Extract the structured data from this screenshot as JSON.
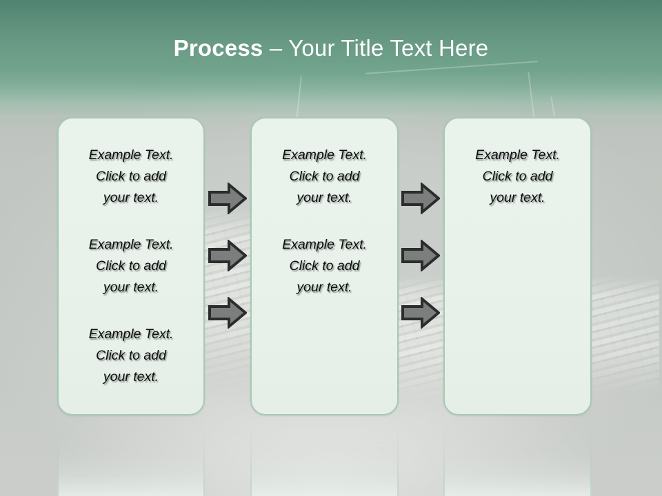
{
  "slide": {
    "title": {
      "bold_part": "Process",
      "rest_part": " – Your Title Text Here",
      "full": "Process – Your Title Text Here"
    },
    "theme": {
      "header_green_dark": "#4b8570",
      "header_green_light": "#86b49e",
      "background_gray": "#c9cdc9",
      "panel_fill": "#e9f1eb",
      "panel_border": "#a6c9b4",
      "arrow_fill": "#7b7e7d",
      "arrow_outline": "#2b2d2c",
      "title_color": "#ffffff",
      "body_text_color": "#0e0e0e"
    },
    "columns": [
      {
        "name": "column-1",
        "blocks": [
          "Example Text.\nClick  to add\nyour text.",
          "Example Text.\nClick  to add\nyour text.",
          "Example Text.\nClick  to add\nyour text."
        ]
      },
      {
        "name": "column-2",
        "blocks": [
          "Example Text.\nClick  to add\nyour text.",
          "Example Text.\nClick  to add\nyour text."
        ]
      },
      {
        "name": "column-3",
        "blocks": [
          "Example Text.\nClick  to add\nyour text."
        ]
      }
    ],
    "connectors": [
      {
        "name": "arrow-col1-row1",
        "icon": "right-arrow-icon"
      },
      {
        "name": "arrow-col1-row2",
        "icon": "right-arrow-icon"
      },
      {
        "name": "arrow-col1-row3",
        "icon": "right-arrow-icon"
      },
      {
        "name": "arrow-col2-row1",
        "icon": "right-arrow-icon"
      },
      {
        "name": "arrow-col2-row2",
        "icon": "right-arrow-icon"
      },
      {
        "name": "arrow-col2-row3",
        "icon": "right-arrow-icon"
      }
    ]
  }
}
